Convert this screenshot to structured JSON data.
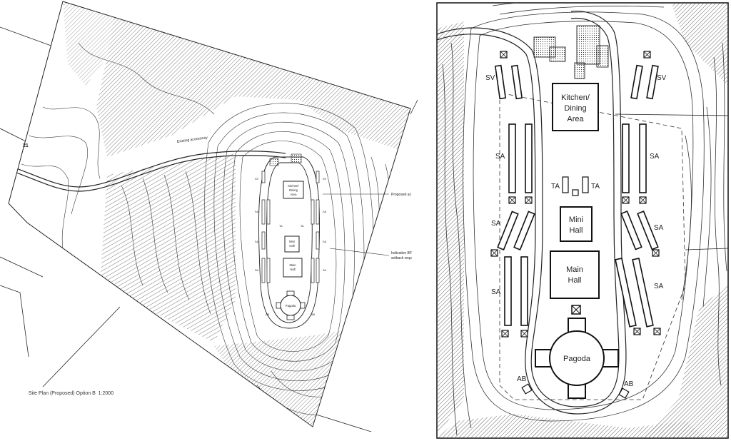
{
  "overview": {
    "caption": "Site Plan (Proposed) Option B",
    "scale": "1:2000",
    "road_number": "21",
    "labels": {
      "existing_access": "Existing accessway",
      "proposed": "Proposed ac",
      "indicative_line1": "Indicative BF",
      "indicative_line2": "setback requ",
      "kitchen_line1": "Kitchen/",
      "kitchen_line2": "Dining",
      "kitchen_line3": "Area",
      "mini_line1": "Mini",
      "mini_line2": "Hall",
      "main_line1": "Main",
      "main_line2": "Hall",
      "pagoda": "Pagoda",
      "ta": "TA",
      "sa": "SA",
      "sv": "SV",
      "ab": "AB"
    }
  },
  "detail": {
    "kitchen_line1": "Kitchen/",
    "kitchen_line2": "Dining",
    "kitchen_line3": "Area",
    "mini_line1": "Mini",
    "mini_line2": "Hall",
    "main_line1": "Main",
    "main_line2": "Hall",
    "pagoda": "Pagoda",
    "ta": "TA",
    "sa": "SA",
    "sv": "SV",
    "ab": "AB"
  },
  "colors": {
    "line": "#222222",
    "hatch": "#555555",
    "background": "#ffffff"
  }
}
